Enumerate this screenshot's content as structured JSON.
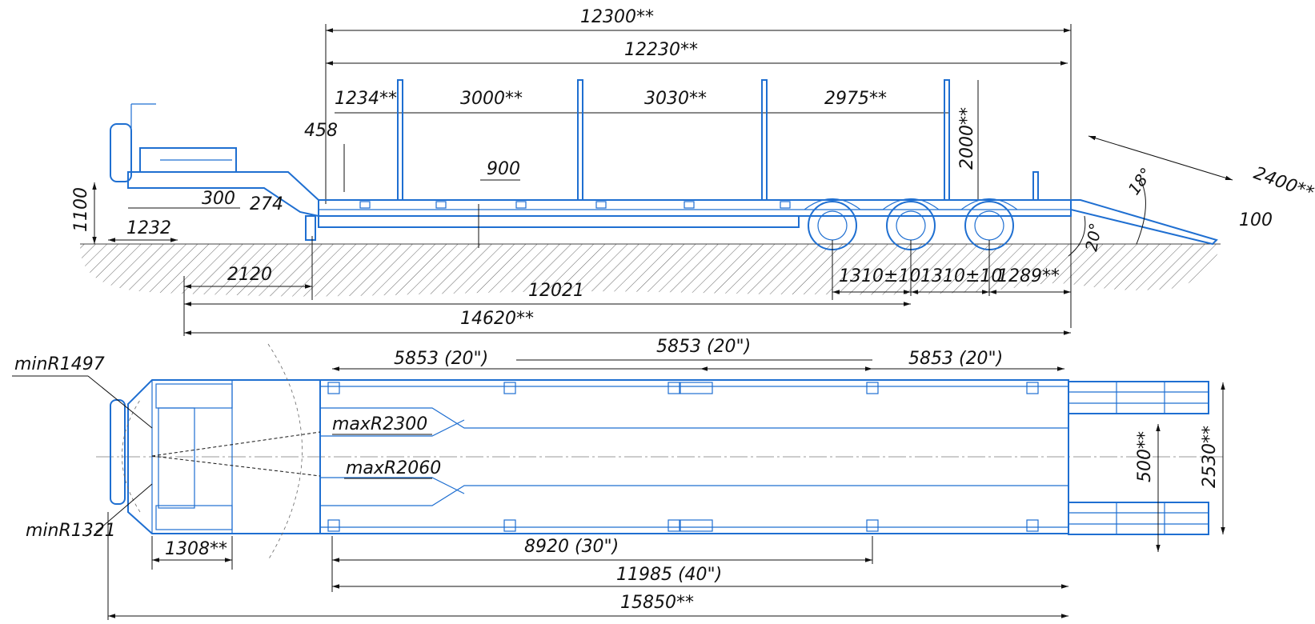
{
  "side_view": {
    "overall_length_top": "12300**",
    "deck_length": "12230**",
    "stake_spacing": [
      "1234**",
      "3000**",
      "3030**",
      "2975**"
    ],
    "gooseneck_dim": "458",
    "deck_height_label": "900",
    "stake_height": "2000**",
    "ramp_length": "2400**",
    "ramp_angle": "18°",
    "ramp_lift": "100",
    "departure_angle": "20°",
    "coupling_height": "1100",
    "king_pin_offset": "300",
    "gooseneck_height": "274",
    "front_overhang": "1232",
    "support_leg_dist": "2120",
    "axle_spacing_1": "1310±10",
    "axle_spacing_2": "1310±10",
    "rear_overhang": "1289**",
    "wheelbase": "12021",
    "total_length": "14620**"
  },
  "top_view": {
    "container_spacing_1": "5853 (20\")",
    "container_spacing_2": "5853 (20\")",
    "container_spacing_3": "5853 (20\")",
    "turn_radius_min_front": "minR1497",
    "turn_radius_max_1": "maxR2300",
    "turn_radius_max_2": "maxR2060",
    "turn_radius_min_rear": "minR1321",
    "gooseneck_width_dim": "1308**",
    "container_30ft": "8920 (30\")",
    "container_40ft": "11985 (40\")",
    "overall_length": "15850**",
    "ramp_gap": "500**",
    "overall_width": "2530**"
  },
  "colors": {
    "line": "#1f6fd1",
    "dim": "#111111"
  }
}
